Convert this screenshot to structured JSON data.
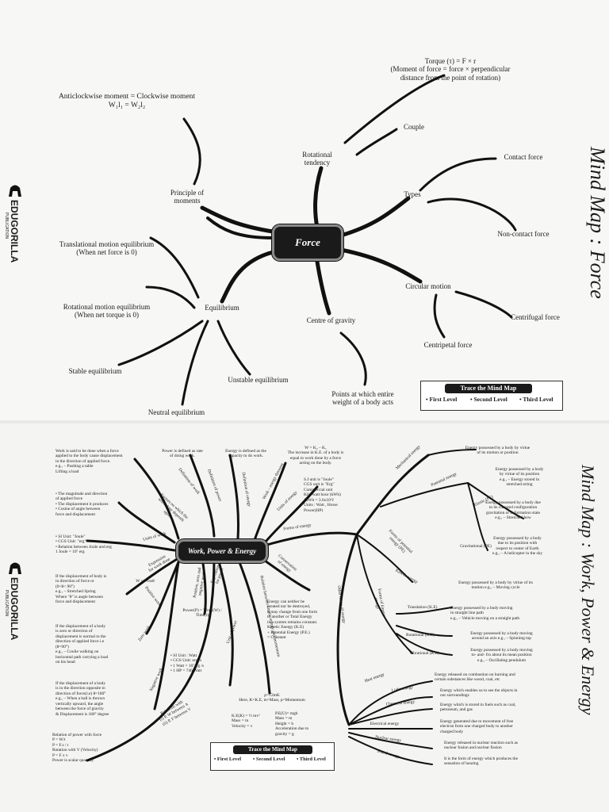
{
  "page1": {
    "center": "Force",
    "side_title": "Mind Map : Force",
    "brand": "EDUGORILLA",
    "publisher": "PUBLICATION",
    "nodes": {
      "torque": "Torque (τ) = F × r\n(Moment of force = force × perpendicular\ndistance from the point of rotation)",
      "couple": "Couple",
      "rotational_tendency": "Rotational\ntendency",
      "contact_force": "Contact force",
      "types": "Types",
      "non_contact_force": "Non-contact force",
      "circular_motion": "Circular motion",
      "centrifugal_force": "Centrifugal force",
      "centripetal_force": "Centripetal force",
      "centre_of_gravity": "Centre of gravity",
      "points_entire_weight": "Points at which entire\nweight of a body acts",
      "moment_eq": "Anticlockwise moment = Clockwise moment\nW₁l₁ = W₂l₂",
      "principle_of_moments": "Principle of\nmoments",
      "translational_eq": "Translational motion equilibrium\n(When net force is 0)",
      "rotational_eq": "Rotational motion equilibrium\n(When net torque is 0)",
      "equilibrium": "Equilibrium",
      "stable": "Stable equilibrium",
      "unstable": "Unstable equilibrium",
      "neutral": "Neutral equilibrium"
    },
    "trace": {
      "title": "Trace the  Mind Map",
      "first": "• First Level",
      "second": "• Second Level",
      "third": "• Third Level"
    }
  },
  "page2": {
    "center": "Work, Power & Energy",
    "side_title": "Mind Map : Work, Power & Energy",
    "brand": "EDUGORILLA",
    "publisher": "PUBLICATION",
    "top": {
      "work_def_text": "Work is said to be done when a force\napplied to the body cause displacement\nin the direction of applied force.\ne.g., – Pushing a table\n         Lifting a load",
      "power_def_text": "Power is defined as rate\nof doing work.",
      "energy_def_text": "Energy is defined as the\ncapacity to do work.",
      "wet_text": "W = K₂ – K₁\nThe increase in K.E. of a body is\nequal to work done by a force\nacting on the body.",
      "factors_text": "• The magnitude and direction\n  of applied force\n• The displacement it produces\n• Cosine of angle between\n  force and displacement",
      "units_energy_text": "S.I unit is \"Joule\"\nCGS unit is \"Erg\"\nCommercial unit\nKilo watt hour (kWh)\n1kWh = 3.6x10⁶J\nUnits : Watt , Horse\nPower(HP)"
    },
    "branch_labels": {
      "definition_work": "Definition of work",
      "definition_power": "Definition of power",
      "definition_energy": "Definition of energy",
      "wet": "Work – energy theorem",
      "units_energy": "Units of energy",
      "factors": "Factors on which the\nwork done depends\nupon",
      "units_work": "Units of work",
      "expression_work": "Expression\nfor work done",
      "positive_work": "Positive work",
      "zero_work": "Zero work",
      "negative_work": "Negative work",
      "positive_zero_negative": "Positive, zero and\nnegative work",
      "expression_power": "Expression\nfor power",
      "unit_power": "Unit of power",
      "forms_energy": "Forms of energy",
      "conservation": "Conservation\nof energy",
      "relation_ke_momentum": "Relation between kinetic energy and momentum",
      "relations_with": "Relations with\n(i) P, W between ∧\n(ii) P, F between V",
      "mechanical": "Mechanical energy",
      "potential": "Potential energy",
      "elastic": "Elastic (PE)",
      "gravitational": "Gravitational (PE)",
      "forms_pe": "Forms of potential\nenergy (PE)",
      "kinetic": "Kinetic energy",
      "forms_ke": "Forms of kinetic\nenergy",
      "translation": "Translation (K.E)",
      "rotational": "Rotational (K.E)",
      "vibrational": "Vibrational (K.E)",
      "other_forms": "Other forms of energy",
      "heat": "Heat energy",
      "light": "Light energy",
      "chemical": "Chemical energy",
      "electrical": "Electrical energy",
      "nuclear": "Nuclear energy",
      "sound": "Sound energy"
    },
    "left": {
      "units_work_text": "• SI Unit: \"Joule\"\n• CGS Unit: \"erg\"\n• Relation between Joule and erg\n  1 Joule = 10⁷ erg",
      "w_formula": "W = Fcosθ",
      "positive_text": "If the displacement of body is\nin direction of force or\n(0<θ< 90°)\ne.g., – Stretched Spring\nWhere \"θ\" is angle between\nforce and displacement",
      "zero_text": "If the displacement of a body\nis zero or direction of\ndisplacement is normal to the\ndirection of applied force i.e\n(θ=90°)\ne.g., – Coolie walking on\nhorizontal path carrying a load\non his head",
      "negative_text": "If the displacement of a body\nis in the direction opposite to\ndirection of force(i.e) θ=180°\ne.g., – When a ball is thrown\nvertically upward, the angle\nbetween the force of gravity\n& Displacement is 180° degree",
      "relation_text": "Relation of power with force\nP = W/t\nP = F.s / t\nRotation with V (Velocity)\nP = F x v\nPower is scalar quantity.",
      "power_formula": "Power(P) = Work(W) / Time(t)",
      "si_unit_text": "• SI Unit : Watt\n• CGS Unit: erg /s\n• 1 Watt = 10⁷erg /s\n• 1 HP = 746 Watt",
      "conservation_text": "Energy can neither be\ncreated nor be destroyed,\nit may change from one form\nto another or Total Energy\nin a system remains constant.\nKinetic Energy (K.E)\n+ Potential Energy (P.E.)\n= Constant",
      "momentum_text": "p=√2mK\nHere, K=K.E, m=Mass, p=Momentum",
      "ke_text": "K.E(K) = ½ mv²\nMass = m\nVelocity = v",
      "pe_text": "P.E(U)= mgh\nMass = m\nHeight = h\nAcceleration due to\ngravity = g"
    },
    "right": {
      "mechanical_text": "Energy possessed by a body by virtue\nof its motion or position",
      "potential_text": "Energy possessed by a body\nby virtue of its position\ne.g., – Energy stored in\nstretched string",
      "elastic_text": "Energy possessed by a body due\nto its changed configuration\ngravitation or deformation state\ne.g., – Stretched bow",
      "gravitational_text": "Energy possessed by a body\ndue to its position with\nrespect to center of Earth\ne.g., – A helicopter in the sky",
      "kinetic_text": "Energy possessed by a body by virtue of its\nmotion e.g., – Moving cycle",
      "translation_text": "Energy possessed by a body moving\nin straight line path\ne.g., – Vehicle moving on a straight path",
      "rotational_text": "Energy possessed by a body moving\naround an axis e.g., – Spinning top",
      "vibrational_text": "Energy possessed by a body moving\nto- and- fro about its mean position\ne.g., – Oscillating pendulum",
      "heat_text": "Energy released on combustion on burning and\ncertain substances like wood, coal, etc",
      "light_text": "Energy which enables us to see the objects in\nour surroundings",
      "chemical_text": "Energy which is stored in fuels such as coal,\npetroleum, and gas",
      "electrical_text": "Energy generated due to movement of free\nelectron from one charged body to another\ncharged body",
      "nuclear_text": "Energy released in nuclear reaction such as\nnuclear fusion and nuclear fission",
      "sound_text": "It is the form of energy which produces the\nsensation of hearing"
    },
    "trace": {
      "title": "Trace the  Mind Map",
      "first": "• First Level",
      "second": "• Second Level",
      "third": "• Third Level"
    }
  }
}
